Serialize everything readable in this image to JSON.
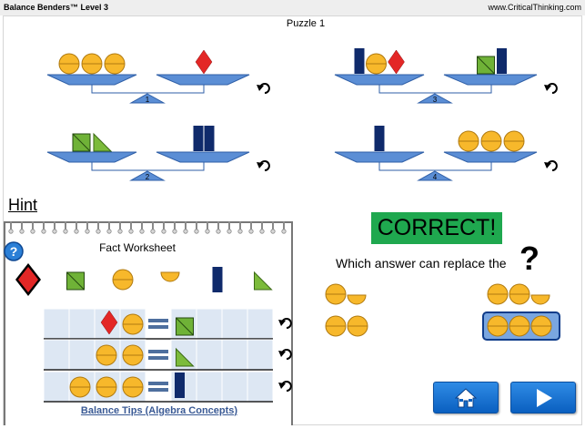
{
  "app": {
    "title": "Balance Benders™ Level 3",
    "url": "www.CriticalThinking.com"
  },
  "puzzle": {
    "title": "Puzzle 1",
    "balances": [
      {
        "number": "1",
        "left": [
          "circle",
          "circle",
          "circle"
        ],
        "right": [
          "diamond"
        ]
      },
      {
        "number": "3",
        "left": [
          "rectangle",
          "circle",
          "diamond"
        ],
        "right": [
          "square",
          "rectangle"
        ]
      },
      {
        "number": "2",
        "left": [
          "square",
          "triangle"
        ],
        "right": [
          "rectangle",
          "rectangle"
        ]
      },
      {
        "number": "4",
        "left": [
          "rectangle"
        ],
        "right": [
          "circle",
          "circle",
          "circle"
        ]
      }
    ]
  },
  "hint": {
    "label": "Hint"
  },
  "worksheet": {
    "title": "Fact Worksheet",
    "help_icon": "?",
    "palette": [
      "diamond",
      "square",
      "circle",
      "half-circle",
      "rectangle",
      "triangle"
    ],
    "facts": [
      {
        "left": [
          "diamond",
          "circle"
        ],
        "right": [
          "square"
        ]
      },
      {
        "left": [
          "circle",
          "circle"
        ],
        "right": [
          "triangle"
        ]
      },
      {
        "left": [
          "circle",
          "circle",
          "circle"
        ],
        "right": [
          "rectangle"
        ]
      }
    ],
    "tips_link": "Balance Tips (Algebra Concepts)"
  },
  "feedback": {
    "status": "CORRECT!",
    "question": "Which answer can replace the",
    "question_mark": "?"
  },
  "answers": [
    {
      "shapes": [
        "circle",
        "half-circle"
      ],
      "selected": false
    },
    {
      "shapes": [
        "circle",
        "circle",
        "half-circle"
      ],
      "selected": false
    },
    {
      "shapes": [
        "circle",
        "circle"
      ],
      "selected": false
    },
    {
      "shapes": [
        "circle",
        "circle",
        "circle"
      ],
      "selected": true
    }
  ],
  "icons": {
    "undo": "undo-arrow-icon",
    "home": "home-icon",
    "next": "play-next-icon",
    "help": "help-icon"
  },
  "colors": {
    "beam": "#5b8ed5",
    "beam_outline": "#2f5fa7",
    "circle_fill": "#f7b82b",
    "circle_stroke": "#b07a10",
    "diamond": "#e32726",
    "square": "#6fb237",
    "triangle": "#7cbb3b",
    "rectangle": "#0f2a6b",
    "correct_banner": "#1fa84f",
    "nav_button": "#1777d8",
    "grid_cell": "#dde7f3",
    "equals": "#4e6f9e",
    "tips_link": "#3a5a95"
  }
}
